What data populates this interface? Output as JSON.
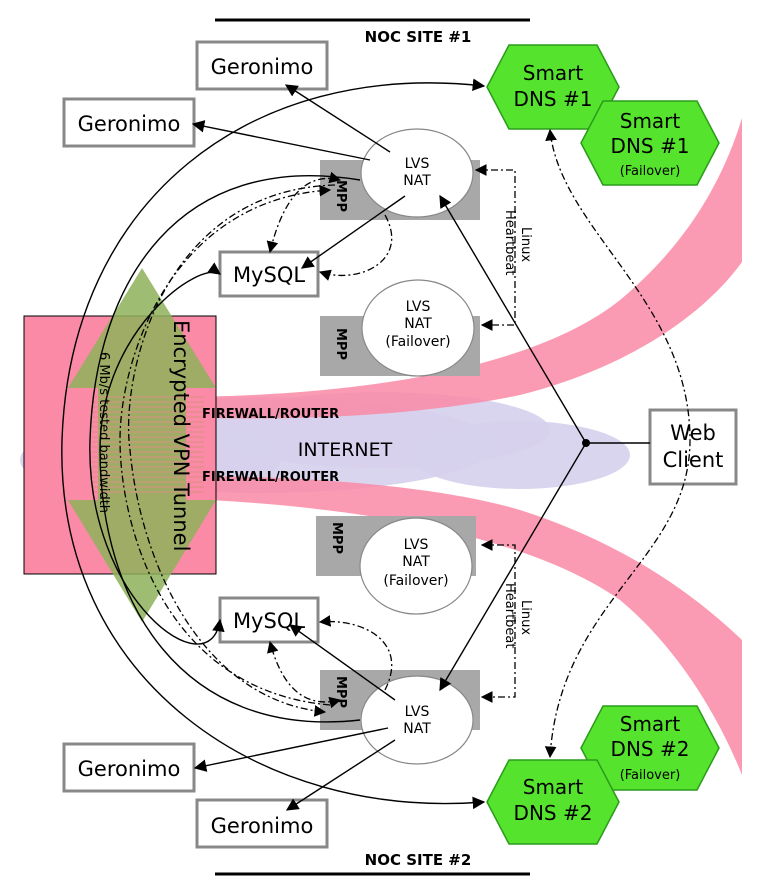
{
  "labels": {
    "noc_site_1": "NOC SITE #1",
    "noc_site_2": "NOC SITE #2",
    "internet": "INTERNET",
    "firewall_router": "FIREWALL/ROUTER",
    "vpn_tunnel": "Encrypted VPN Tunnel",
    "bandwidth": "6 Mb/s tested bandwidth",
    "linux_heartbeat": "Linux\nHeartbeat",
    "web_client": "Web\nClient"
  },
  "site1": {
    "geronimo": [
      "Geronimo",
      "Geronimo"
    ],
    "mysql": "MySQL",
    "mpp": [
      "MPP",
      "MPP"
    ],
    "lvs_nat": "LVS\nNAT",
    "lvs_nat_failover": "LVS\nNAT\n(Failover)",
    "smart_dns": "Smart\nDNS #1",
    "smart_dns_failover": "Smart\nDNS #1\n(Failover)"
  },
  "site2": {
    "geronimo": [
      "Geronimo",
      "Geronimo"
    ],
    "mysql": "MySQL",
    "mpp": [
      "MPP",
      "MPP"
    ],
    "lvs_nat": "LVS\nNAT",
    "lvs_nat_failover": "LVS\nNAT\n(Failover)",
    "smart_dns": "Smart\nDNS #2",
    "smart_dns_failover": "Smart\nDNS #2\n(Failover)"
  },
  "colors": {
    "green_fill": "#55e32d",
    "green_stroke": "#2a9b1a",
    "pink": "#fa8aa6",
    "tunnel_arrow": "#8db15a",
    "cloud": "#d6d0ec",
    "mpp_gray": "#a8a8a8",
    "box_border": "#888888"
  }
}
